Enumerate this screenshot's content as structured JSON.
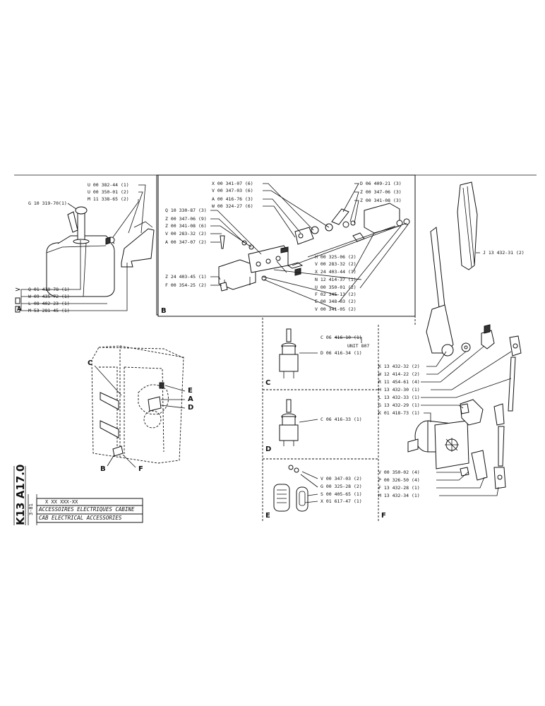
{
  "drawing": {
    "code": "K13 A17.0",
    "sheet_date": "3-81",
    "part_ref": "X XX XXX-XX",
    "title_fr": "ACCESSOIRES ELECTRIQUES CABINE",
    "title_en": "CAB ELECTRICAL ACCESSORIES"
  },
  "panel_letters": {
    "A": "A",
    "B": "B",
    "C": "C",
    "D": "D",
    "E": "E",
    "F": "F"
  },
  "panel_a": {
    "top": [
      "U 00 382-44 (1)",
      "U 00 350-01 (2)",
      "M 11 338-65 (2)"
    ],
    "left": "G 10 319-70(1)",
    "bottom": [
      "Q 01 418-78 (1)",
      "W 09 435-72 (1)",
      "L 08 402-23 (1)",
      "M 53 281-45 (1)"
    ]
  },
  "panel_b": {
    "top": [
      "X 00 341-07 (6)",
      "V 00 347-03 (6)",
      "A 00 416-76 (3)",
      "W 00 324-27 (6)"
    ],
    "left": [
      "Q 10 330-87 (3)",
      "Z 00 347-06 (9)",
      "Z 00 341-08 (6)",
      "V 00 283-32 (2)",
      "A 00 347-07 (2)"
    ],
    "left_bottom": [
      "Z 24 403-45 (1)",
      "F 00 354-25 (2)"
    ],
    "right_top": [
      "D 06 409-21 (3)",
      "Z 00 347-06 (3)",
      "Z 00 341-08 (3)"
    ],
    "right": [
      "H 00 325-06 (2)",
      "V 00 283-32 (2)",
      "X 24 403-44 (1)",
      "N 12 414-37 (1)",
      "U 00 350-01 (2)",
      "F 02 345-13 (2)",
      "E 00 348-03 (2)",
      "V 00 341-05 (2)"
    ]
  },
  "panel_c": {
    "items": [
      "C 06 416-10 (1)",
      "D 06 416-34 (1)"
    ],
    "unit": "UNIT 807"
  },
  "panel_d": {
    "items": [
      "C 06 416-33 (1)"
    ]
  },
  "panel_e": {
    "items": [
      "V 00 347-03 (2)",
      "G 00 325-28 (2)",
      "S 00 405-65 (1)",
      "X 01 617-47 (1)"
    ]
  },
  "panel_f": {
    "blade": "J 13 432-31 (2)",
    "arm": [
      "K 13 432-32 (2)",
      "W 12 414-22 (2)",
      "R 11 454-61 (4)",
      "H 13 432-30 (1)",
      "L 13 432-33 (1)",
      "G 13 432-29 (1)",
      "K 01 418-73 (1)"
    ],
    "motor": [
      "V 00 350-02 (4)",
      "P 00 326-50 (4)",
      "F 13 432-28 (1)",
      "M 13 432-34 (1)"
    ]
  },
  "cab_callouts": [
    "C",
    "E",
    "A",
    "D",
    "B",
    "F"
  ]
}
